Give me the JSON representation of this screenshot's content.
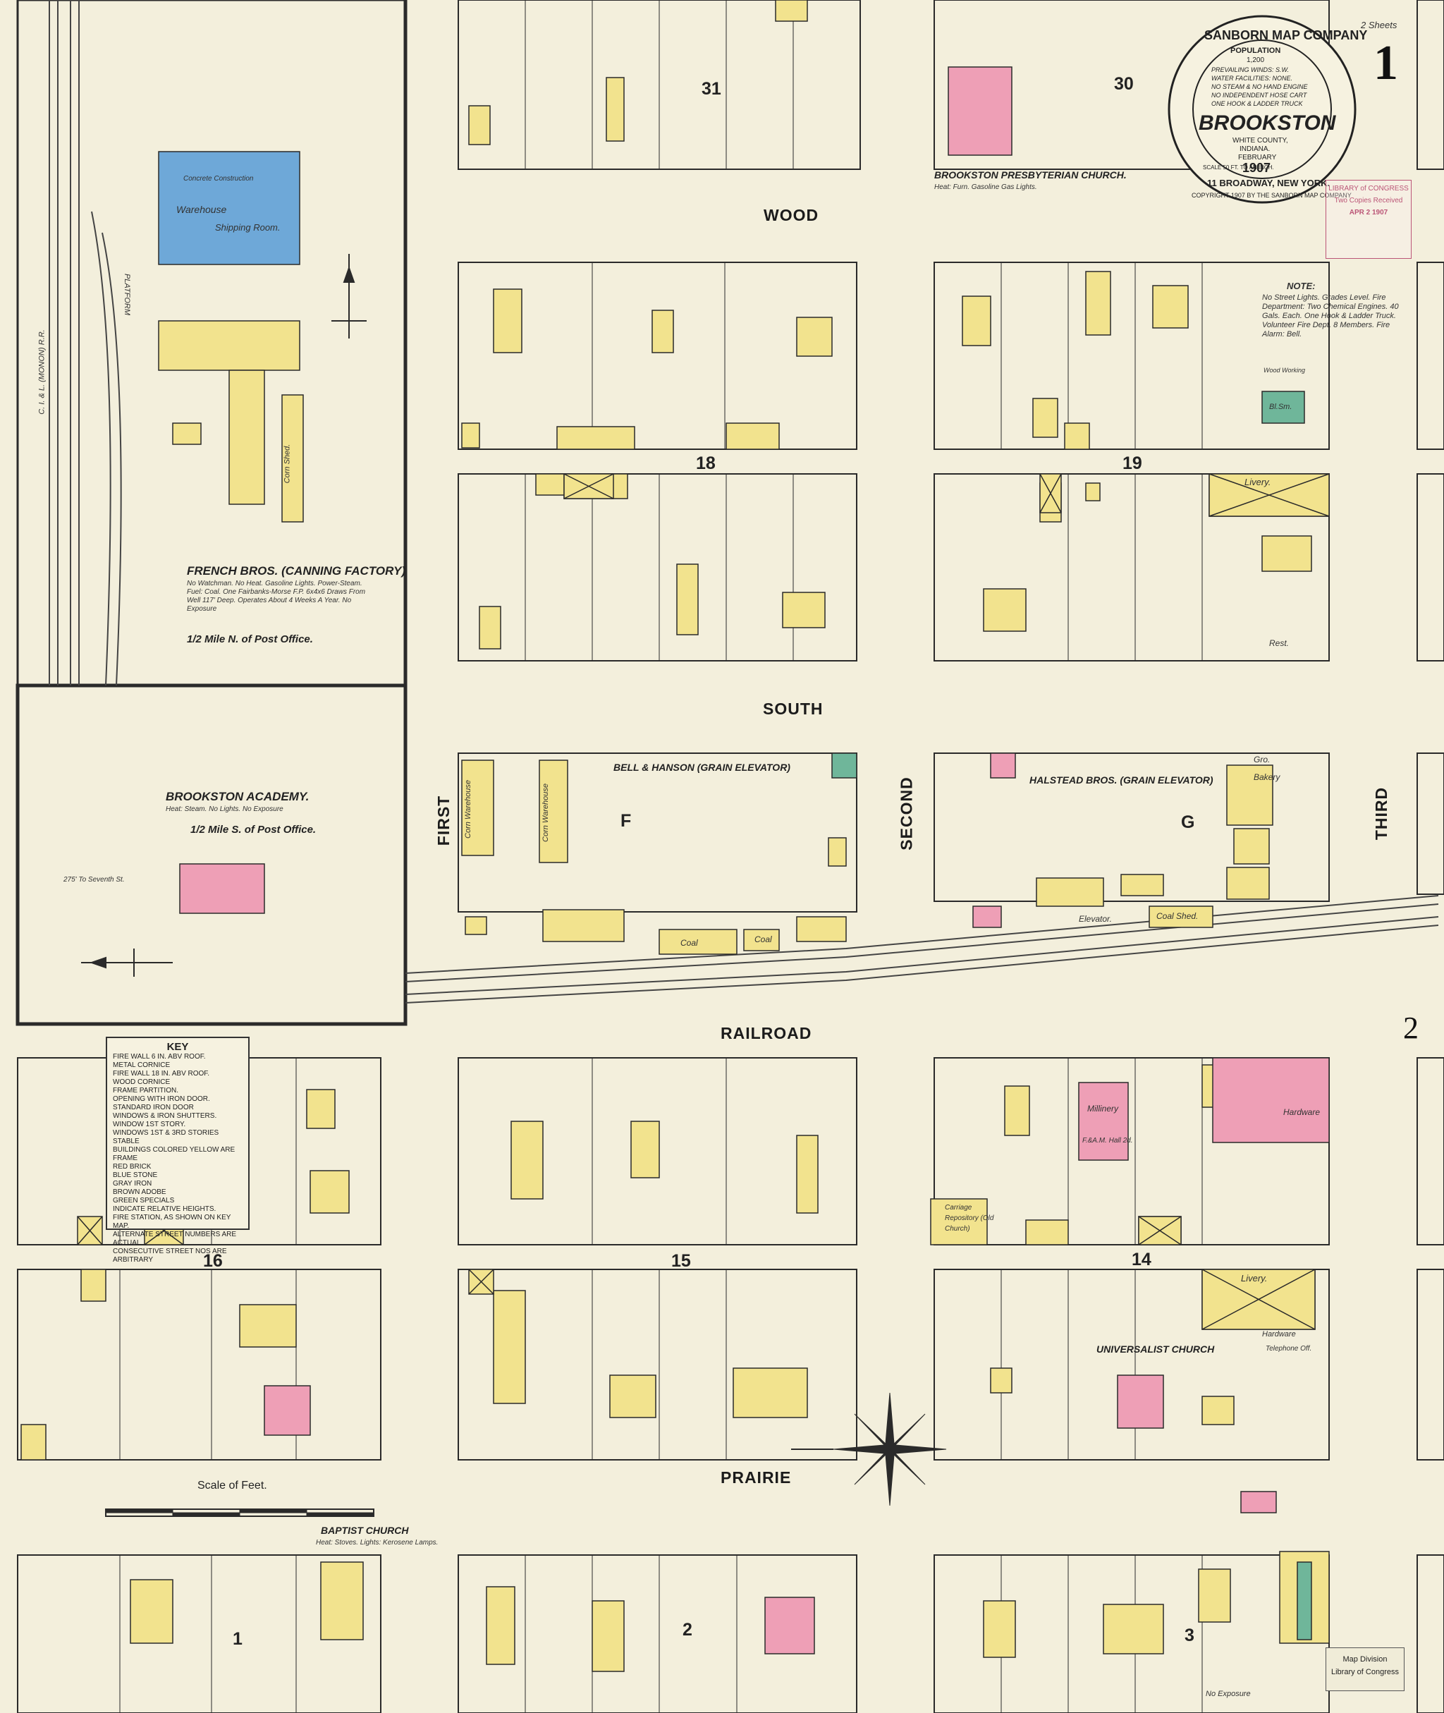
{
  "map": {
    "sheet_number": "1",
    "sheet_note": "2 Sheets",
    "sheet_next": "2",
    "seal": {
      "company": "SANBORN MAP COMPANY",
      "population_label": "POPULATION",
      "population": "1,200",
      "winds": "PREVAILING WINDS: S.W.",
      "water": "WATER FACILITIES: NONE.",
      "engine": "NO STEAM & NO HAND ENGINE",
      "hose": "NO INDEPENDENT HOSE CART",
      "truck": "ONE HOOK & LADDER TRUCK",
      "town": "BROOKSTON",
      "county": "WHITE COUNTY,",
      "state": "INDIANA.",
      "month": "FEBRUARY",
      "year": "1907",
      "scale": "SCALE 50 FT. TO AN INCH.",
      "address": "11 BROADWAY, NEW YORK.",
      "copyright": "COPYRIGHT 1907 BY THE SANBORN MAP COMPANY"
    },
    "stamp": {
      "line1": "LIBRARY of CONGRESS",
      "line2": "Two Copies Received",
      "line3": "APR 2 1907"
    },
    "lc_stamp": {
      "line1": "Map Division",
      "line2": "Library of Congress"
    },
    "streets": {
      "wood": "WOOD",
      "south": "SOUTH",
      "railroad": "RAILROAD",
      "prairie": "PRAIRIE",
      "first": "FIRST",
      "second": "SECOND",
      "third": "THIRD"
    },
    "blocks": {
      "b31": "31",
      "b30": "30",
      "b18": "18",
      "b19": "19",
      "bF": "F",
      "bG": "G",
      "b16": "16",
      "b15": "15",
      "b14": "14",
      "b1": "1",
      "b2": "2",
      "b3": "3"
    },
    "labels": {
      "french_bros": "FRENCH BROS. (CANNING FACTORY)",
      "french_note": "No Watchman. No Heat. Gasoline Lights. Power-Steam. Fuel: Coal. One Fairbanks-Morse F.P. 6x4x6 Draws From Well 117' Deep. Operates About 4 Weeks A Year. No Exposure",
      "half_mile_n": "1/2 Mile N. of Post Office.",
      "academy": "BROOKSTON ACADEMY.",
      "academy_note": "Heat: Steam. No Lights. No Exposure",
      "half_mile_s": "1/2 Mile S. of Post Office.",
      "seventh": "275' To Seventh St.",
      "presbyterian": "BROOKSTON PRESBYTERIAN CHURCH.",
      "presbyterian_note": "Heat: Furn. Gasoline Gas Lights.",
      "bell_hanson": "BELL & HANSON (GRAIN ELEVATOR)",
      "halstead": "HALSTEAD BROS. (GRAIN ELEVATOR)",
      "universalist": "UNIVERSALIST CHURCH",
      "baptist": "BAPTIST CHURCH",
      "baptist_note": "Heat: Stoves. Lights: Kerosene Lamps.",
      "warehouse": "Warehouse",
      "shipping": "Shipping Room.",
      "concrete": "Concrete Construction",
      "platform": "PLATFORM",
      "corn_shed": "Corn Shed.",
      "corn_warehouse": "Corn Warehouse",
      "livery": "Livery.",
      "rest": "Rest.",
      "gro": "Gro.",
      "bakery": "Bakery",
      "hardware": "Hardware",
      "millinery": "Millinery",
      "fam_hall": "F.&A.M. Hall 2d.",
      "carriage": "Carriage Repository (Old Church)",
      "telephone": "Telephone Off.",
      "elevator": "Elevator.",
      "coal": "Coal",
      "coal_shed": "Coal Shed.",
      "railroad_cil": "C. I. & L. (MONON) R.R.",
      "bl_sm": "Bl.Sm.",
      "wood_working": "Wood Working",
      "scale_of_feet": "Scale of Feet.",
      "no_exposure": "No Exposure"
    },
    "note_title": "NOTE:",
    "note_text": "No Street Lights. Grades Level. Fire Department: Two Chemical Engines. 40 Gals. Each. One Hook & Ladder Truck. Volunteer Fire Dept. 8 Members. Fire Alarm: Bell.",
    "key": {
      "title": "KEY",
      "lines": [
        "FIRE WALL 6 IN. ABV ROOF.",
        "METAL CORNICE",
        "FIRE WALL 18 IN. ABV ROOF.",
        "WOOD CORNICE",
        "FRAME PARTITION.",
        "OPENING WITH IRON DOOR.",
        "STANDARD IRON DOOR",
        "WINDOWS & IRON SHUTTERS.",
        "WINDOW 1ST STORY.",
        "WINDOWS 1ST & 3RD STORIES",
        "STABLE",
        "BUILDINGS COLORED YELLOW ARE FRAME",
        "RED BRICK",
        "BLUE STONE",
        "GRAY IRON",
        "BROWN ADOBE",
        "GREEN SPECIALS",
        "INDICATE RELATIVE HEIGHTS.",
        "FIRE STATION, AS SHOWN ON KEY MAP.",
        "ALTERNATE STREET NUMBERS ARE ACTUAL",
        "CONSECUTIVE STREET NOS ARE ARBITRARY"
      ]
    },
    "colors": {
      "paper": "#f3efdc",
      "frame": "#f2e38e",
      "brick": "#ee9fb6",
      "stone": "#6ea8d8",
      "special": "#6fb69a",
      "ink": "#2a2a2a"
    }
  }
}
